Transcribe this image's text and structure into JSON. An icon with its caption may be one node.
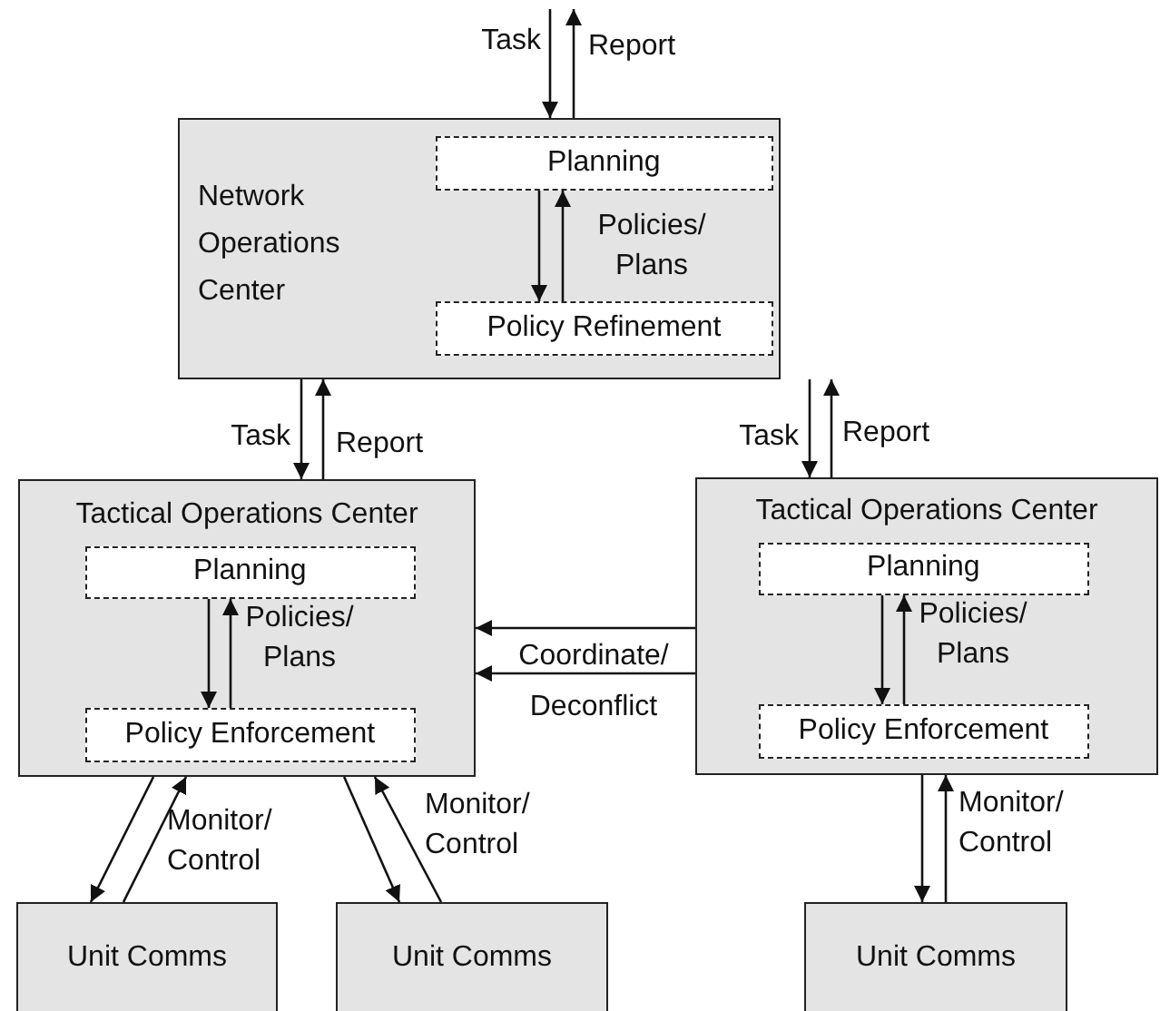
{
  "diagram": {
    "nodes": [
      {
        "text": [
          "Network Operations Center"
        ]
      },
      {
        "text": [
          "Planning"
        ],
        "in": 0
      },
      {
        "text": [
          "Policy Refinement"
        ],
        "in": 0
      },
      {
        "text": [
          "Tactical Operations Center"
        ]
      },
      {
        "text": [
          "Planning"
        ],
        "in": 3
      },
      {
        "text": [
          "Policy Enforcement"
        ],
        "in": 3
      },
      {
        "text": [
          "Tactical Operations Center"
        ]
      },
      {
        "text": [
          "Planning"
        ],
        "in": 6
      },
      {
        "text": [
          "Policy Enforcement"
        ],
        "in": 6
      },
      {
        "text": [
          "Unit Comms"
        ]
      },
      {
        "text": [
          "Unit Comms"
        ]
      },
      {
        "text": [
          "Unit Comms"
        ]
      }
    ],
    "edges": [
      {
        "from": null,
        "to": 0,
        "arrow": "to",
        "label": "Task"
      },
      {
        "from": 0,
        "to": null,
        "arrow": "to",
        "label": "Report"
      },
      {
        "from": 1,
        "to": 2,
        "arrow": "to"
      },
      {
        "from": 2,
        "to": 1,
        "arrow": "to",
        "label": "Policies/ Plans"
      },
      {
        "from": 0,
        "to": 3,
        "arrow": "to",
        "label": "Task"
      },
      {
        "from": 3,
        "to": 0,
        "arrow": "to",
        "label": "Report"
      },
      {
        "from": 0,
        "to": 6,
        "arrow": "to",
        "label": "Task"
      },
      {
        "from": 6,
        "to": 0,
        "arrow": "to",
        "label": "Report"
      },
      {
        "from": 4,
        "to": 5,
        "arrow": "to"
      },
      {
        "from": 5,
        "to": 4,
        "arrow": "to",
        "label": "Policies/ Plans"
      },
      {
        "from": 7,
        "to": 8,
        "arrow": "to"
      },
      {
        "from": 8,
        "to": 7,
        "arrow": "to",
        "label": "Policies/ Plans"
      },
      {
        "from": 6,
        "to": 3,
        "arrow": "to"
      },
      {
        "from": 6,
        "to": 3,
        "arrow": "to",
        "label": "Coordinate/ Deconflict"
      },
      {
        "from": 3,
        "to": 9,
        "arrow": "to"
      },
      {
        "from": 9,
        "to": 3,
        "arrow": "to",
        "label": "Monitor/ Control"
      },
      {
        "from": 3,
        "to": 10,
        "arrow": "to"
      },
      {
        "from": 10,
        "to": 3,
        "arrow": "to",
        "label": "Monitor/ Control"
      },
      {
        "from": 6,
        "to": 11,
        "arrow": "to"
      },
      {
        "from": 11,
        "to": 6,
        "arrow": "to",
        "label": "Monitor/ Control"
      }
    ]
  }
}
